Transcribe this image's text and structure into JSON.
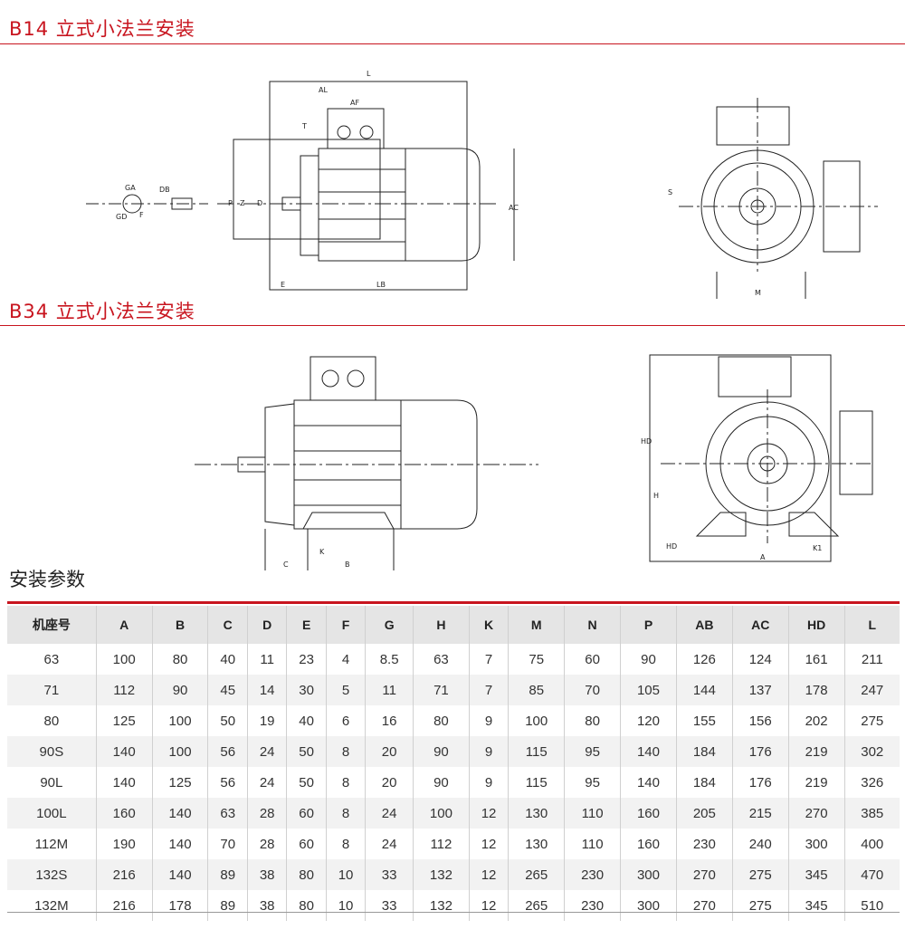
{
  "sections": {
    "b14_title": "B14 立式小法兰安装",
    "b34_title": "B34 立式小法兰安装",
    "params_title": "安装参数"
  },
  "b14_labels": {
    "L": "L",
    "AL": "AL",
    "AF": "AF",
    "T": "T",
    "P": "P",
    "Z": "Z",
    "D": "D",
    "AC": "AC",
    "E": "E",
    "LB": "LB",
    "GA": "GA",
    "DB": "DB",
    "GD": "GD",
    "F": "F",
    "S": "S",
    "M": "M"
  },
  "b34_labels": {
    "K": "K",
    "C": "C",
    "B": "B",
    "HD": "HD",
    "H": "H",
    "HD2": "HD",
    "A": "A",
    "K1": "K1"
  },
  "table": {
    "headers": [
      "机座号",
      "A",
      "B",
      "C",
      "D",
      "E",
      "F",
      "G",
      "H",
      "K",
      "M",
      "N",
      "P",
      "AB",
      "AC",
      "HD",
      "L"
    ],
    "rows": [
      [
        "63",
        "100",
        "80",
        "40",
        "11",
        "23",
        "4",
        "8.5",
        "63",
        "7",
        "75",
        "60",
        "90",
        "126",
        "124",
        "161",
        "211"
      ],
      [
        "71",
        "112",
        "90",
        "45",
        "14",
        "30",
        "5",
        "11",
        "71",
        "7",
        "85",
        "70",
        "105",
        "144",
        "137",
        "178",
        "247"
      ],
      [
        "80",
        "125",
        "100",
        "50",
        "19",
        "40",
        "6",
        "16",
        "80",
        "9",
        "100",
        "80",
        "120",
        "155",
        "156",
        "202",
        "275"
      ],
      [
        "90S",
        "140",
        "100",
        "56",
        "24",
        "50",
        "8",
        "20",
        "90",
        "9",
        "115",
        "95",
        "140",
        "184",
        "176",
        "219",
        "302"
      ],
      [
        "90L",
        "140",
        "125",
        "56",
        "24",
        "50",
        "8",
        "20",
        "90",
        "9",
        "115",
        "95",
        "140",
        "184",
        "176",
        "219",
        "326"
      ],
      [
        "100L",
        "160",
        "140",
        "63",
        "28",
        "60",
        "8",
        "24",
        "100",
        "12",
        "130",
        "110",
        "160",
        "205",
        "215",
        "270",
        "385"
      ],
      [
        "112M",
        "190",
        "140",
        "70",
        "28",
        "60",
        "8",
        "24",
        "112",
        "12",
        "130",
        "110",
        "160",
        "230",
        "240",
        "300",
        "400"
      ],
      [
        "132S",
        "216",
        "140",
        "89",
        "38",
        "80",
        "10",
        "33",
        "132",
        "12",
        "265",
        "230",
        "300",
        "270",
        "275",
        "345",
        "470"
      ],
      [
        "132M",
        "216",
        "178",
        "89",
        "38",
        "80",
        "10",
        "33",
        "132",
        "12",
        "265",
        "230",
        "300",
        "270",
        "275",
        "345",
        "510"
      ]
    ]
  },
  "colors": {
    "accent": "#c8141e"
  }
}
